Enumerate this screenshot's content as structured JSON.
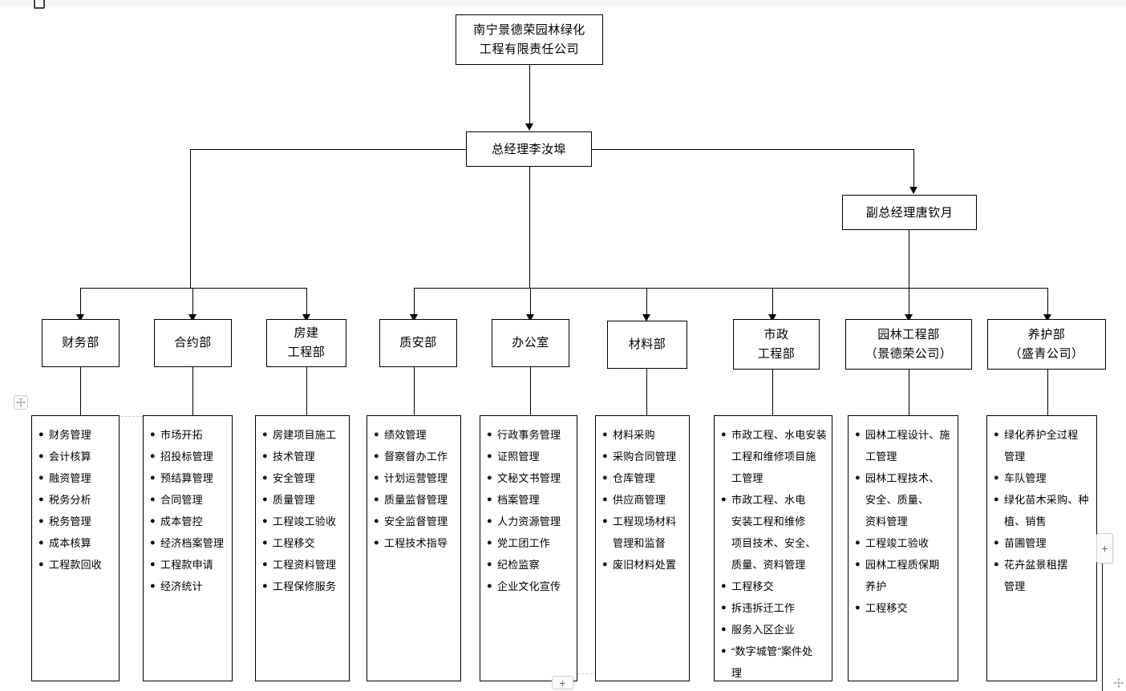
{
  "chrome": {
    "move_handle_icon": "move-arrows-icon",
    "plus_right_label": "+",
    "plus_bottom_label": "+",
    "corner_resize_icon": "resize-corner-icon",
    "tab_stub_icon": "tab-stub-icon"
  },
  "org": {
    "company": "南宁景德荣园林绿化\n工程有限责任公司",
    "general_manager": "总经理李汝埠",
    "deputy_manager": "副总经理唐钦月",
    "departments": [
      {
        "name": "财务部",
        "duties": [
          "财务管理",
          "会计核算",
          "融资管理",
          "税务分析",
          "税务管理",
          "成本核算",
          "工程款回收"
        ]
      },
      {
        "name": "合约部",
        "duties": [
          "市场开拓",
          "招投标管理",
          "预结算管理",
          "合同管理",
          "成本管控",
          "经济档案管理",
          "工程款申请",
          "经济统计"
        ]
      },
      {
        "name": "房建\n工程部",
        "duties": [
          "房建项目施工",
          "技术管理",
          "安全管理",
          "质量管理",
          "工程竣工验收",
          "工程移交",
          "工程资料管理",
          "工程保修服务"
        ]
      },
      {
        "name": "质安部",
        "duties": [
          "绩效管理",
          "督察督办工作",
          "计划运营管理",
          "质量监督管理",
          "安全监督管理",
          "工程技术指导"
        ]
      },
      {
        "name": "办公室",
        "duties": [
          "行政事务管理",
          "证照管理",
          "文秘文书管理",
          "档案管理",
          "人力资源管理",
          "党工团工作",
          "纪检监察",
          "企业文化宣传"
        ]
      },
      {
        "name": "材料部",
        "duties": [
          "材料采购",
          "采购合同管理",
          "仓库管理",
          "供应商管理",
          "工程现场材料\n管理和监督",
          "废旧材料处置"
        ]
      },
      {
        "name": "市政\n工程部",
        "duties": [
          "市政工程、水电安装\n工程和维修项目施\n工管理",
          "市政工程、水电\n安装工程和维修\n项目技术、安全、\n质量、资料管理",
          "工程移交",
          "拆违拆迁工作",
          "服务入区企业",
          "“数字城管”案件处\n理"
        ]
      },
      {
        "name": "园林工程部\n（景德荣公司）",
        "duties": [
          "园林工程设计、施\n工管理",
          "园林工程技术、\n安全、质量、\n资料管理",
          "工程竣工验收",
          "园林工程质保期\n养护",
          "工程移交"
        ]
      },
      {
        "name": "养护部\n（盛青公司）",
        "duties": [
          "绿化养护全过程\n管理",
          "车队管理",
          "绿化苗木采购、种\n植、销售",
          "苗圃管理",
          "花卉盆景租摆\n管理"
        ]
      }
    ]
  }
}
